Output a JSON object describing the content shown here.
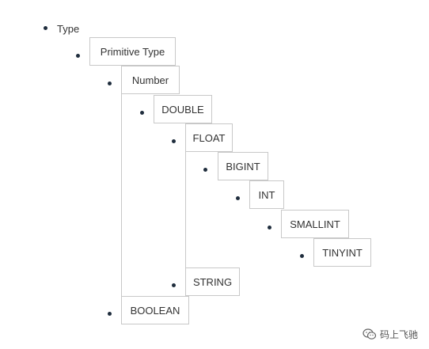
{
  "tree": {
    "root_label": "Type",
    "primitive_type": "Primitive Type",
    "number": "Number",
    "double": "DOUBLE",
    "float": "FLOAT",
    "bigint": "BIGINT",
    "int": "INT",
    "smallint": "SMALLINT",
    "tinyint": "TINYINT",
    "string": "STRING",
    "boolean": "BOOLEAN"
  },
  "watermark": {
    "text": "码上飞驰",
    "icon": "wechat-icon"
  },
  "colors": {
    "bullet": "#1f2d3d",
    "border": "#c8c8c8",
    "text": "#333333"
  }
}
